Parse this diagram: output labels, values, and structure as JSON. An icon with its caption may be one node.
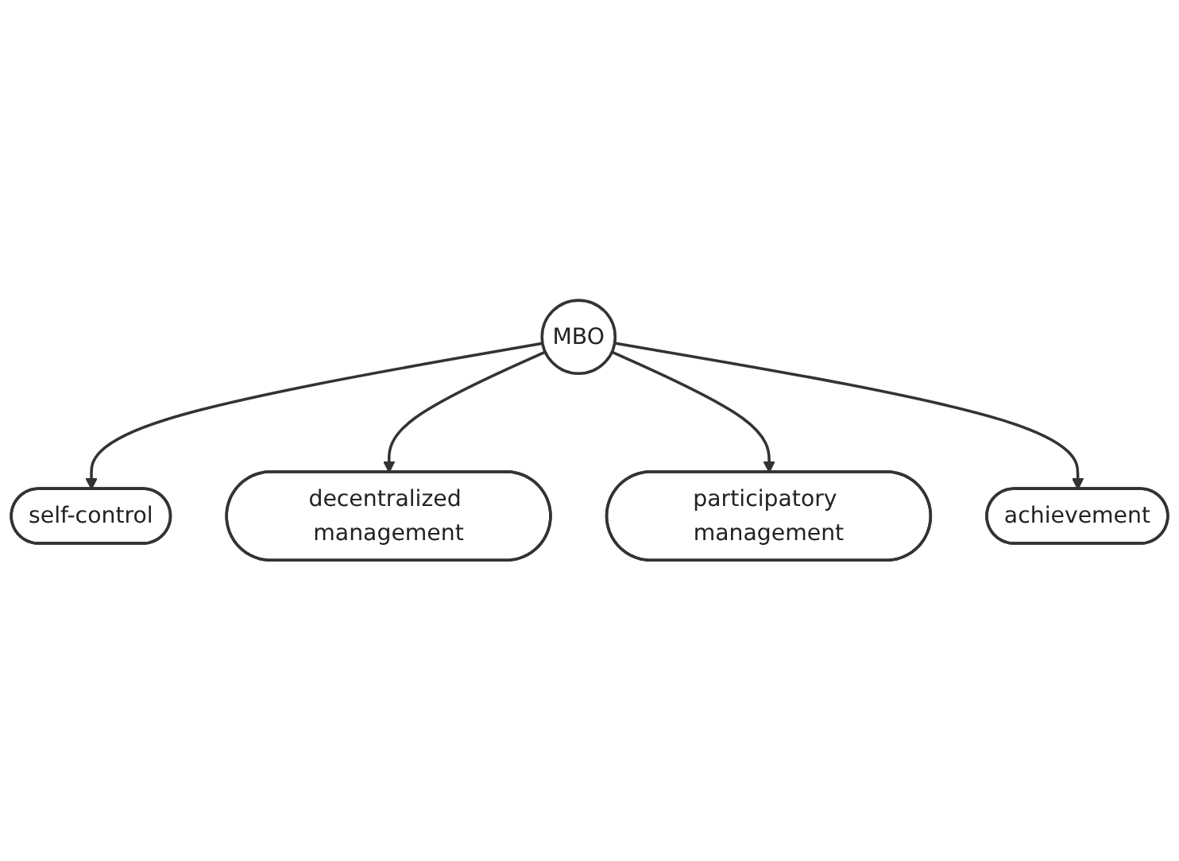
{
  "diagram": {
    "nodes": [
      {
        "text": [
          "self-control"
        ]
      },
      {
        "text": [
          "decentralized management"
        ]
      },
      {
        "text": [
          "MBO"
        ]
      },
      {
        "text": [
          "participatory management"
        ]
      },
      {
        "text": [
          "achievement"
        ]
      }
    ],
    "edges": [
      {
        "from": 2,
        "to": 0,
        "arrow": "to"
      },
      {
        "from": 2,
        "to": 1,
        "arrow": "to"
      },
      {
        "from": 2,
        "to": 3,
        "arrow": "to"
      },
      {
        "from": 2,
        "to": 4,
        "arrow": "to"
      }
    ]
  }
}
